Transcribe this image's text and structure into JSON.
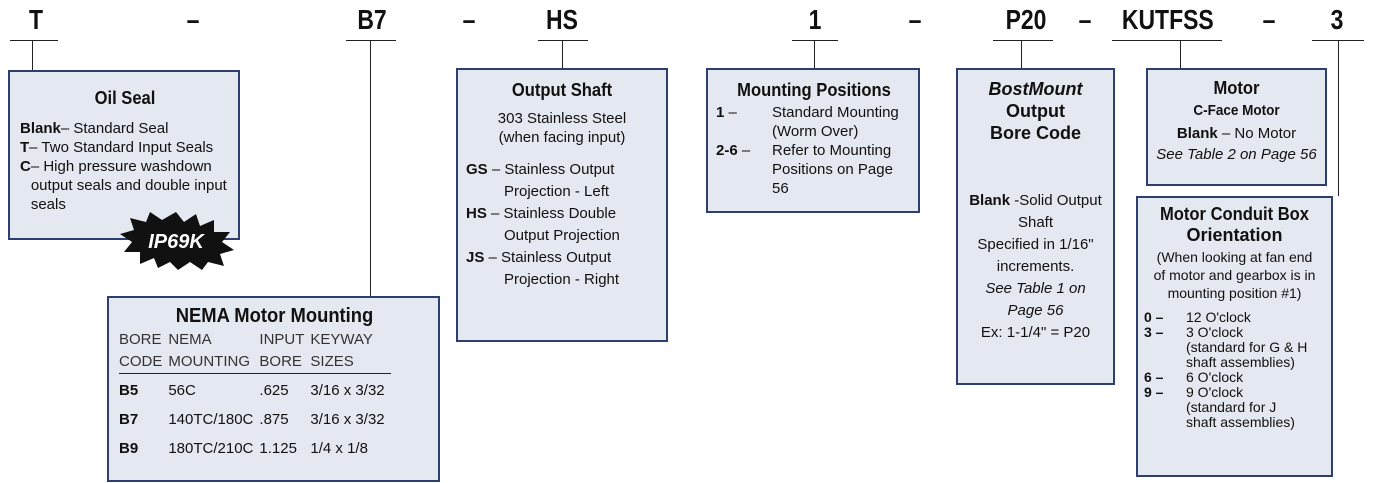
{
  "codes": {
    "t": "T",
    "dash1": "–",
    "b7": "B7",
    "dash2": "–",
    "hs": "HS",
    "one": "1",
    "dash3": "–",
    "p20": "P20",
    "dash4": "–",
    "kutfss": "KUTFSS",
    "dash5": "–",
    "three": "3"
  },
  "oil_seal": {
    "title": "Oil Seal",
    "items": [
      {
        "key": "Blank",
        "text": "– Standard Seal"
      },
      {
        "key": "T",
        "text": "– Two Standard Input Seals"
      },
      {
        "key": "C",
        "text": "– High pressure washdown output seals and double input seals"
      }
    ],
    "badge": "IP69K"
  },
  "nema": {
    "title": "NEMA Motor Mounting",
    "headers_line1": [
      "BORE",
      "NEMA",
      "INPUT",
      "KEYWAY"
    ],
    "headers_line2": [
      "CODE",
      "MOUNTING",
      "BORE",
      "SIZES"
    ],
    "rows": [
      [
        "B5",
        "56C",
        ".625",
        "3/16 x 3/32"
      ],
      [
        "B7",
        "140TC/180C",
        ".875",
        "3/16 x 3/32"
      ],
      [
        "B9",
        "180TC/210C",
        "1.125",
        "1/4 x 1/8"
      ]
    ]
  },
  "output_shaft": {
    "title": "Output Shaft",
    "subtitle1": "303 Stainless Steel",
    "subtitle2": "(when facing input)",
    "items": [
      {
        "key": "GS",
        "dash": " – ",
        "line1": "Stainless Output",
        "line2": "Projection - Left"
      },
      {
        "key": "HS",
        "dash": " – ",
        "line1": "Stainless Double",
        "line2": "Output Projection"
      },
      {
        "key": "JS",
        "dash": " – ",
        "line1": "Stainless Output",
        "line2": "Projection - Right"
      }
    ]
  },
  "mounting": {
    "title": "Mounting Positions",
    "items": [
      {
        "key": "1",
        "dash": " – ",
        "line1": "Standard Mounting",
        "line2": "(Worm Over)"
      },
      {
        "key": "2-6",
        "dash": " – ",
        "line1": "Refer to Mounting",
        "line2": "Positions on Page 56"
      }
    ]
  },
  "bostmount": {
    "title_italic": "BostMount",
    "title2": "Output",
    "title3": "Bore Code",
    "blank_key": "Blank",
    "blank_text": " -Solid Output",
    "line2": "Shaft",
    "line3": "Specified in 1/16\"",
    "line4": "increments.",
    "line5": "See Table 1 on",
    "line6": "Page 56",
    "line7": "Ex: 1-1/4\" = P20"
  },
  "motor": {
    "title": "Motor",
    "subtitle": "C-Face Motor",
    "blank_key": "Blank",
    "blank_text": " – No Motor",
    "note": "See Table 2 on Page 56"
  },
  "conduit": {
    "title1": "Motor Conduit Box",
    "title2": "Orientation",
    "desc1": "(When looking at fan end",
    "desc2": "of motor and gearbox is in",
    "desc3": "mounting position #1)",
    "items": [
      {
        "key": "0 –",
        "lines": [
          "12 O'clock"
        ]
      },
      {
        "key": "3 –",
        "lines": [
          "3 O'clock",
          "(standard for G & H",
          "shaft assemblies)"
        ]
      },
      {
        "key": "6 –",
        "lines": [
          "6 O'clock"
        ]
      },
      {
        "key": "9 –",
        "lines": [
          "9 O'clock",
          "(standard for J",
          "shaft assemblies)"
        ]
      }
    ]
  }
}
